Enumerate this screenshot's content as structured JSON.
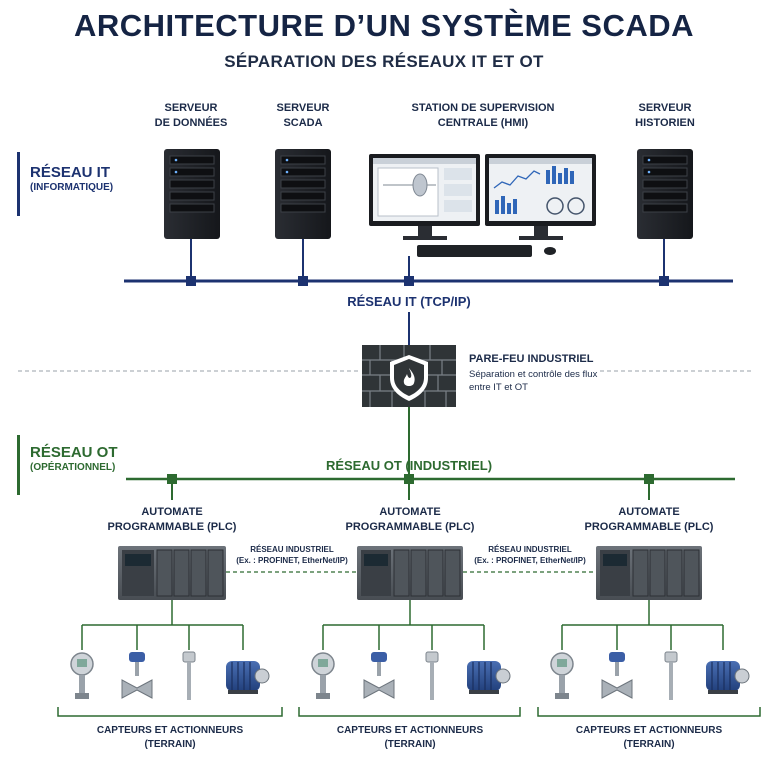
{
  "title": "ARCHITECTURE D’UN SYSTÈME SCADA",
  "subtitle": "SÉPARATION DES RÉSEAUX IT ET OT",
  "it_zone": {
    "title": "RÉSEAU IT",
    "subtitle": "(INFORMATIQUE)"
  },
  "ot_zone": {
    "title": "RÉSEAU OT",
    "subtitle": "(OPÉRATIONNEL)"
  },
  "it_nodes": {
    "data_server": {
      "line1": "SERVEUR",
      "line2": "DE DONNÉES"
    },
    "scada_server": {
      "line1": "SERVEUR",
      "line2": "SCADA"
    },
    "hmi": {
      "line1": "STATION DE SUPERVISION",
      "line2": "CENTRALE (HMI)"
    },
    "historian": {
      "line1": "SERVEUR",
      "line2": "HISTORIEN"
    }
  },
  "it_network_label": "RÉSEAU IT (TCP/IP)",
  "firewall": {
    "title": "PARE-FEU INDUSTRIEL",
    "desc_line1": "Séparation et contrôle des flux",
    "desc_line2": "entre IT et OT"
  },
  "ot_network_label": "RÉSEAU OT (INDUSTRIEL)",
  "plcs": [
    {
      "line1": "AUTOMATE",
      "line2": "PROGRAMMABLE (PLC)"
    },
    {
      "line1": "AUTOMATE",
      "line2": "PROGRAMMABLE (PLC)"
    },
    {
      "line1": "AUTOMATE",
      "line2": "PROGRAMMABLE (PLC)"
    }
  ],
  "industrial_links": [
    {
      "line1": "RÉSEAU INDUSTRIEL",
      "line2": "(Ex. : PROFINET, EtherNet/IP)"
    },
    {
      "line1": "RÉSEAU INDUSTRIEL",
      "line2": "(Ex. : PROFINET, EtherNet/IP)"
    }
  ],
  "field_groups": [
    {
      "line1": "CAPTEURS ET ACTIONNEURS",
      "line2": "(TERRAIN)"
    },
    {
      "line1": "CAPTEURS ET ACTIONNEURS",
      "line2": "(TERRAIN)"
    },
    {
      "line1": "CAPTEURS ET ACTIONNEURS",
      "line2": "(TERRAIN)"
    }
  ],
  "field_device_icons": [
    "pressure-transmitter-icon",
    "control-valve-icon",
    "temperature-probe-icon",
    "electric-motor-icon"
  ],
  "colors": {
    "it": "#1c3270",
    "ot": "#2d6a30",
    "firewall": "#2f3437",
    "title": "#152444"
  }
}
